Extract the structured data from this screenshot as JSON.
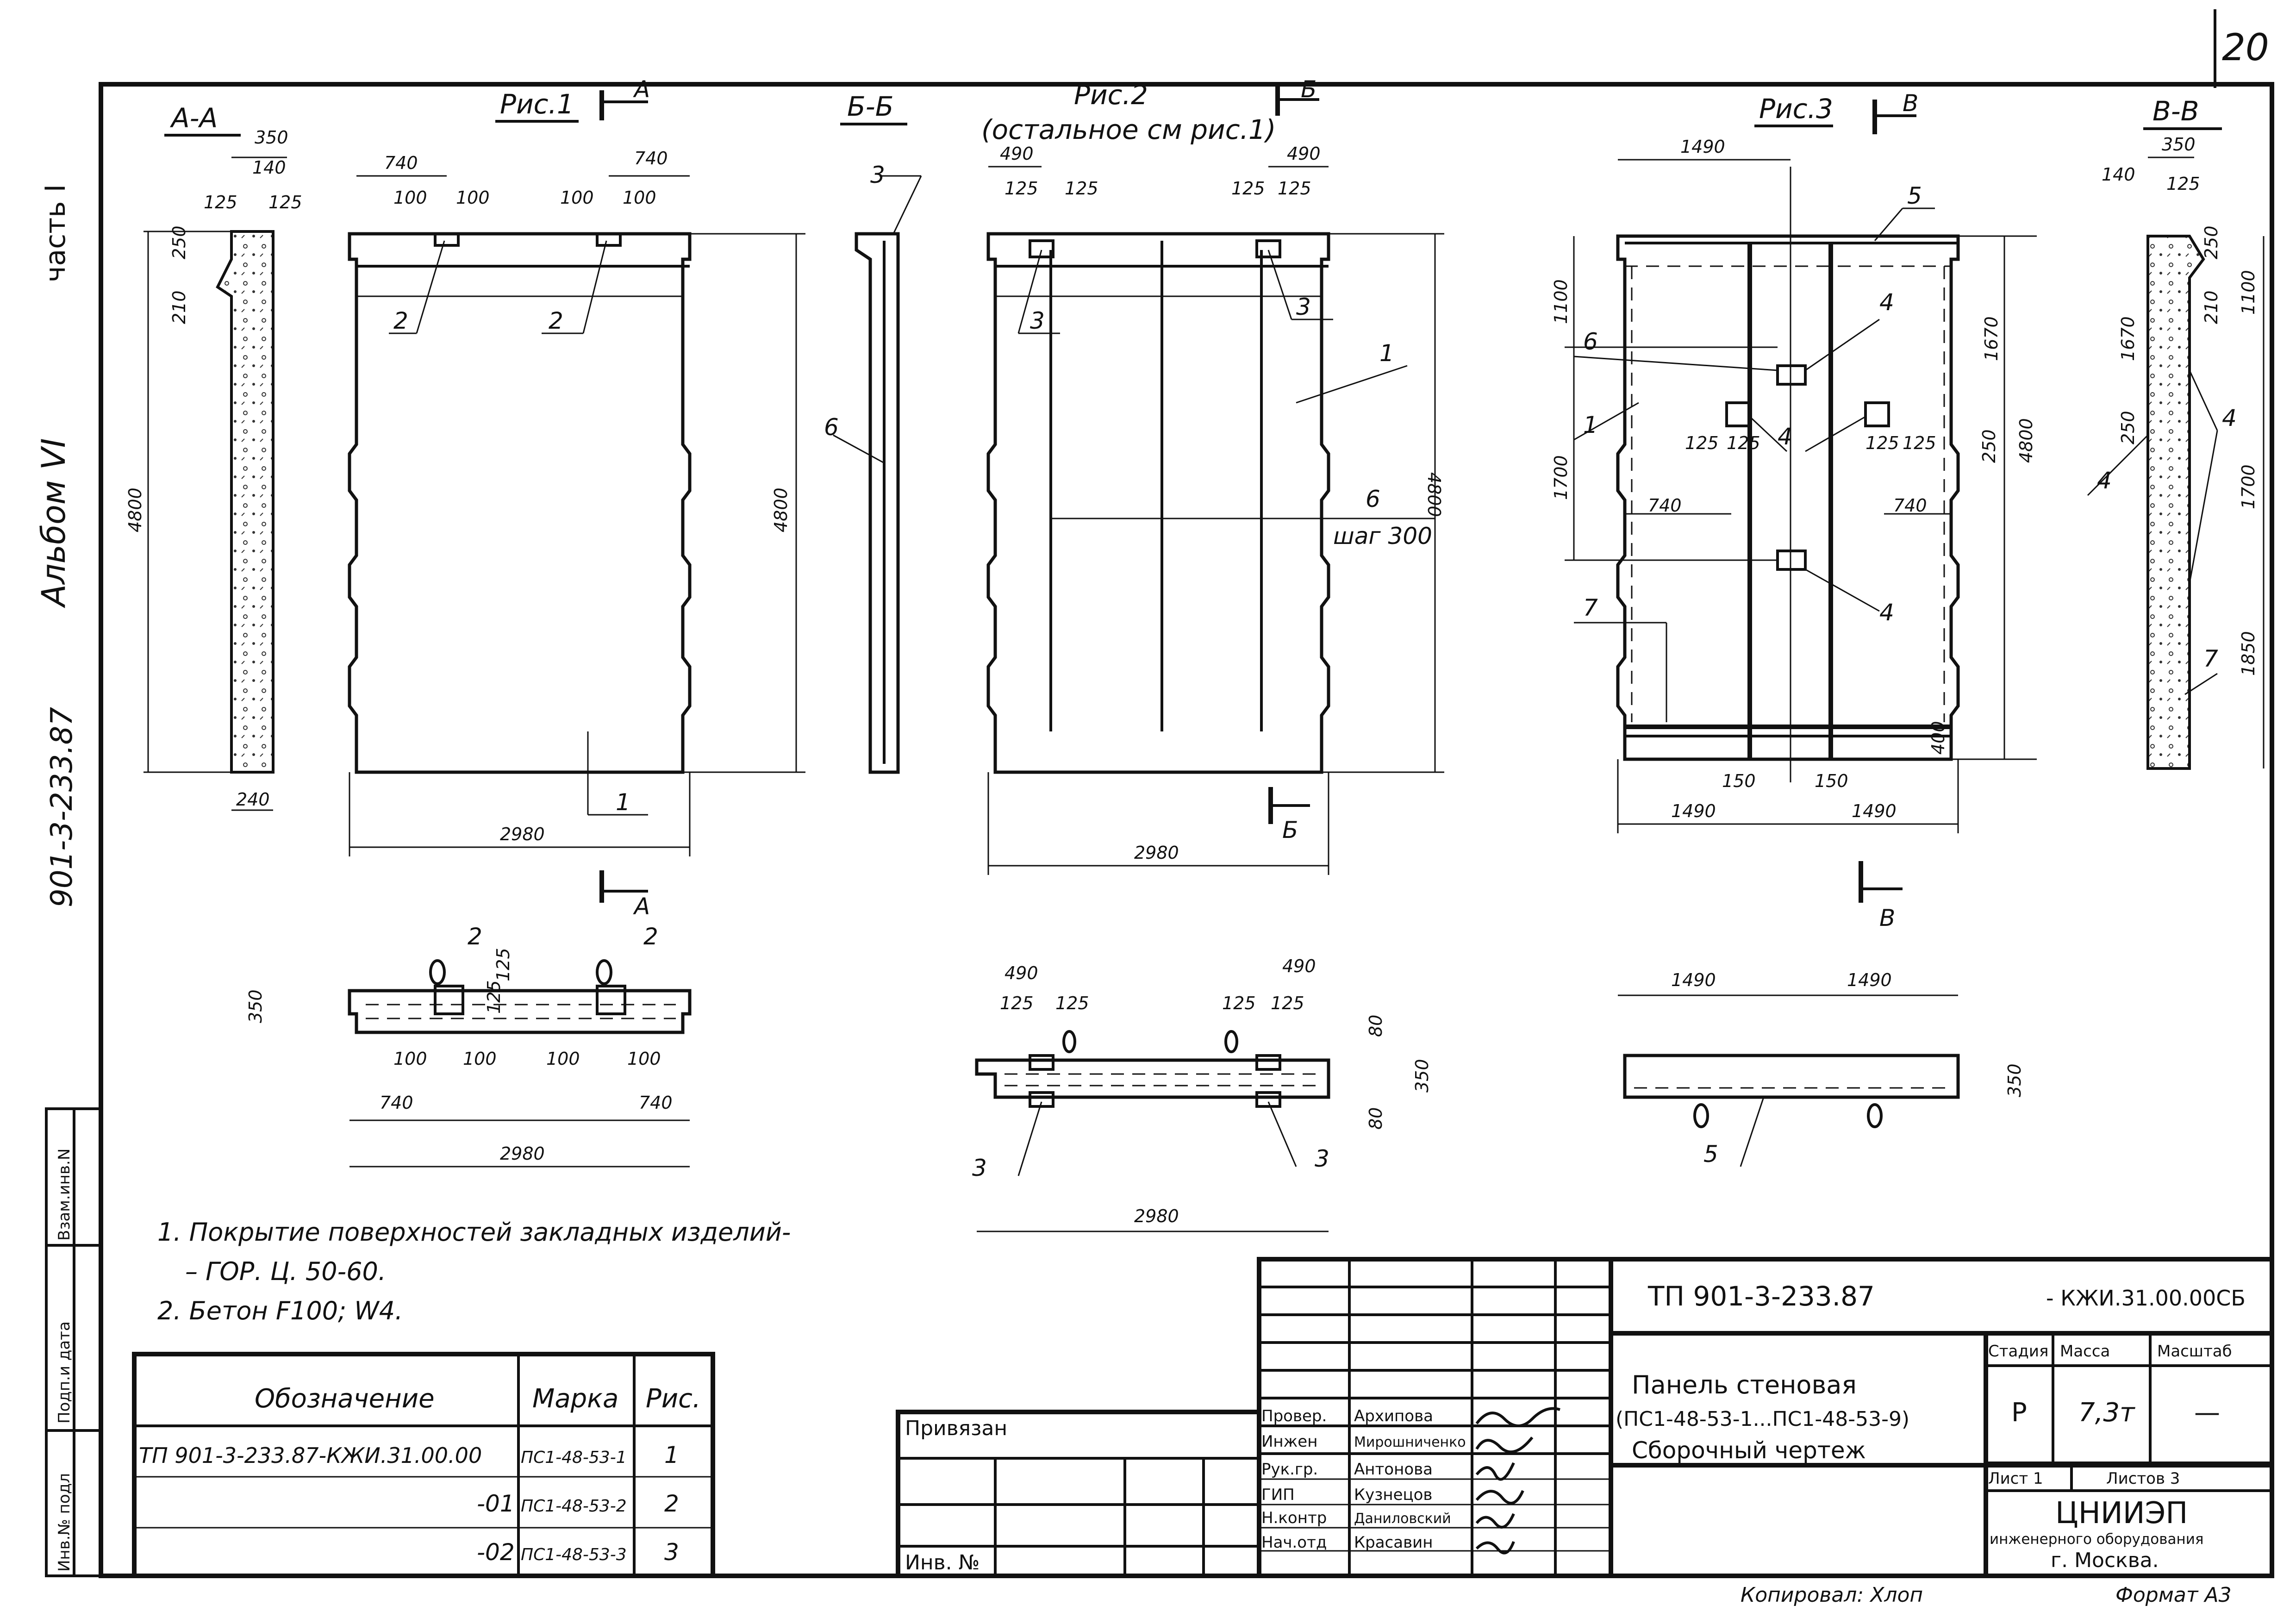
{
  "page_number": "20",
  "side_labels": {
    "album": "Альбом VI",
    "part": "часть I",
    "code": "901-3-233.87"
  },
  "left_strip": [
    "Взам.инв.N",
    "Подп.и дата",
    "Инв.№ подл"
  ],
  "figures": {
    "fig1": "Рис.1",
    "fig2": "Рис.2",
    "fig2_note": "(остальное см рис.1)",
    "fig3": "Рис.3"
  },
  "sections": {
    "aa": "А-А",
    "bb": "Б-Б",
    "vv": "В-В",
    "a": "А",
    "b": "Б",
    "v": "В"
  },
  "dims": {
    "d350": "350",
    "d140": "140",
    "d125": "125",
    "d250": "250",
    "d210": "210",
    "d4800": "4800",
    "d240": "240",
    "d740": "740",
    "d100": "100",
    "d2980": "2980",
    "d490": "490",
    "d1490": "1490",
    "d1100": "1100",
    "d1670": "1670",
    "d1700": "1700",
    "d1850": "1850",
    "d150": "150",
    "d400": "400",
    "d80": "80"
  },
  "callouts": {
    "c1": "1",
    "c2": "2",
    "c3": "3",
    "c4": "4",
    "c5": "5",
    "c6": "6",
    "c7": "7"
  },
  "step_label": "шаг 300",
  "notes": [
    "1. Покрытие поверхностей закладных изделий-",
    "– ГОР. Ц. 50-60.",
    "2. Бетон F100; W4."
  ],
  "spec_table": {
    "headers": [
      "Обозначение",
      "Марка",
      "Рис."
    ],
    "rows": [
      [
        "ТП 901-3-233.87-КЖИ.31.00.00",
        "ПС1-48-53-1",
        "1"
      ],
      [
        "-01",
        "ПС1-48-53-2",
        "2"
      ],
      [
        "-02",
        "ПС1-48-53-3",
        "3"
      ]
    ]
  },
  "title_block": {
    "privyazan": "Привязан",
    "inv_no": "Инв. №",
    "roles": [
      "Провер.",
      "Инжен",
      "Рук.гр.",
      "ГИП",
      "Н.контр",
      "Нач.отд"
    ],
    "names": [
      "Архипова",
      "Мирошниченко",
      "Антонова",
      "Кузнецов",
      "Даниловский",
      "Красавин"
    ],
    "doc_code": "ТП 901-3-233.87",
    "doc_suffix": "- КЖИ.31.00.00СБ",
    "panel_title_1": "Панель стеновая",
    "panel_title_2": "(ПС1-48-53-1...ПС1-48-53-9)",
    "panel_title_3": "Сборочный чертеж",
    "stage_label": "Стадия",
    "mass_label": "Масса",
    "scale_label": "Масштаб",
    "stage": "Р",
    "mass": "7,3т",
    "scale": "—",
    "sheet": "Лист 1",
    "sheets": "Листов 3",
    "org_1": "ЦНИИЭП",
    "org_2": "инженерного оборудования",
    "org_3": "г. Москва."
  },
  "footer": {
    "copied": "Копировал: Хлоп",
    "format": "Формат А3"
  }
}
